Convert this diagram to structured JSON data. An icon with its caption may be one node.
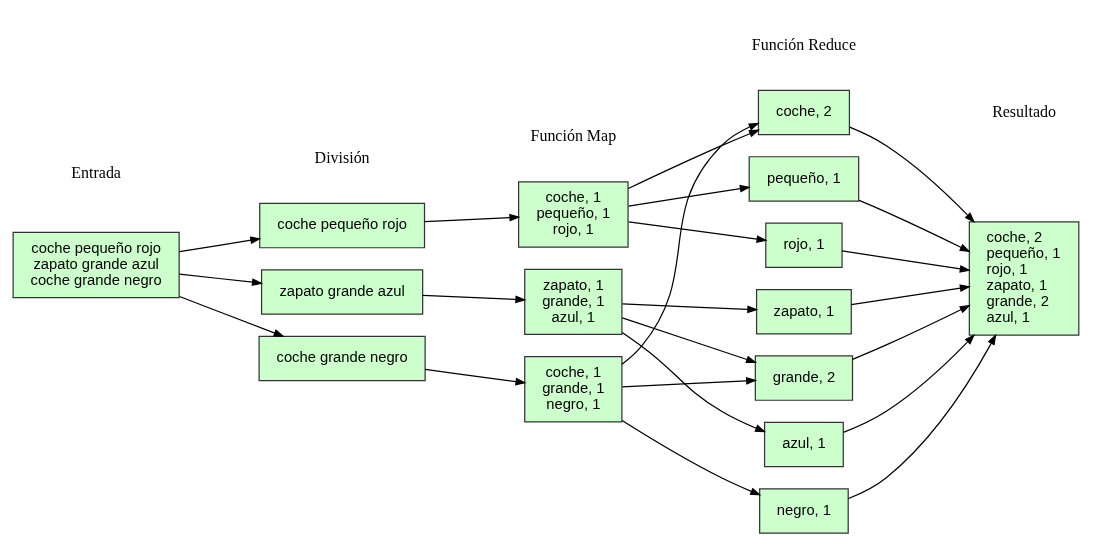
{
  "diagram": {
    "nodes": [
      {
        "text": [
          "coche pequeño rojo",
          "zapato grande azul",
          "coche grande negro"
        ]
      },
      {
        "text": [
          "coche pequeño rojo"
        ]
      },
      {
        "text": [
          "zapato grande azul"
        ]
      },
      {
        "text": [
          "coche grande negro"
        ]
      },
      {
        "text": [
          "coche, 1",
          "pequeño, 1",
          "rojo, 1"
        ]
      },
      {
        "text": [
          "zapato, 1",
          "grande, 1",
          "azul, 1"
        ]
      },
      {
        "text": [
          "coche, 1",
          "grande, 1",
          "negro, 1"
        ]
      },
      {
        "text": [
          "coche, 2"
        ]
      },
      {
        "text": [
          "pequeño, 1"
        ]
      },
      {
        "text": [
          "rojo, 1"
        ]
      },
      {
        "text": [
          "zapato, 1"
        ]
      },
      {
        "text": [
          "grande, 2"
        ]
      },
      {
        "text": [
          "azul, 1"
        ]
      },
      {
        "text": [
          "negro, 1"
        ]
      },
      {
        "text": [
          "coche, 2",
          "pequeño, 1",
          "rojo, 1",
          "zapato, 1",
          "grande, 2",
          "azul, 1"
        ]
      }
    ],
    "edges": [
      {
        "from": 0,
        "to": 1,
        "arrow": "to"
      },
      {
        "from": 0,
        "to": 2,
        "arrow": "to"
      },
      {
        "from": 0,
        "to": 3,
        "arrow": "to"
      },
      {
        "from": 1,
        "to": 4,
        "arrow": "to"
      },
      {
        "from": 2,
        "to": 5,
        "arrow": "to"
      },
      {
        "from": 3,
        "to": 6,
        "arrow": "to"
      },
      {
        "from": 4,
        "to": 7,
        "arrow": "to"
      },
      {
        "from": 4,
        "to": 8,
        "arrow": "to"
      },
      {
        "from": 4,
        "to": 9,
        "arrow": "to"
      },
      {
        "from": 5,
        "to": 10,
        "arrow": "to"
      },
      {
        "from": 5,
        "to": 11,
        "arrow": "to"
      },
      {
        "from": 5,
        "to": 12,
        "arrow": "to"
      },
      {
        "from": 6,
        "to": 7,
        "arrow": "to"
      },
      {
        "from": 6,
        "to": 11,
        "arrow": "to"
      },
      {
        "from": 6,
        "to": 13,
        "arrow": "to"
      },
      {
        "from": 7,
        "to": 14,
        "arrow": "to"
      },
      {
        "from": 8,
        "to": 14,
        "arrow": "to"
      },
      {
        "from": 9,
        "to": 14,
        "arrow": "to"
      },
      {
        "from": 10,
        "to": 14,
        "arrow": "to"
      },
      {
        "from": 11,
        "to": 14,
        "arrow": "to"
      },
      {
        "from": 12,
        "to": 14,
        "arrow": "to"
      },
      {
        "from": 13,
        "to": 14,
        "arrow": "to"
      }
    ],
    "labels": [
      "Entrada",
      "División",
      "Función Map",
      "Función Reduce",
      "Resultado"
    ]
  }
}
